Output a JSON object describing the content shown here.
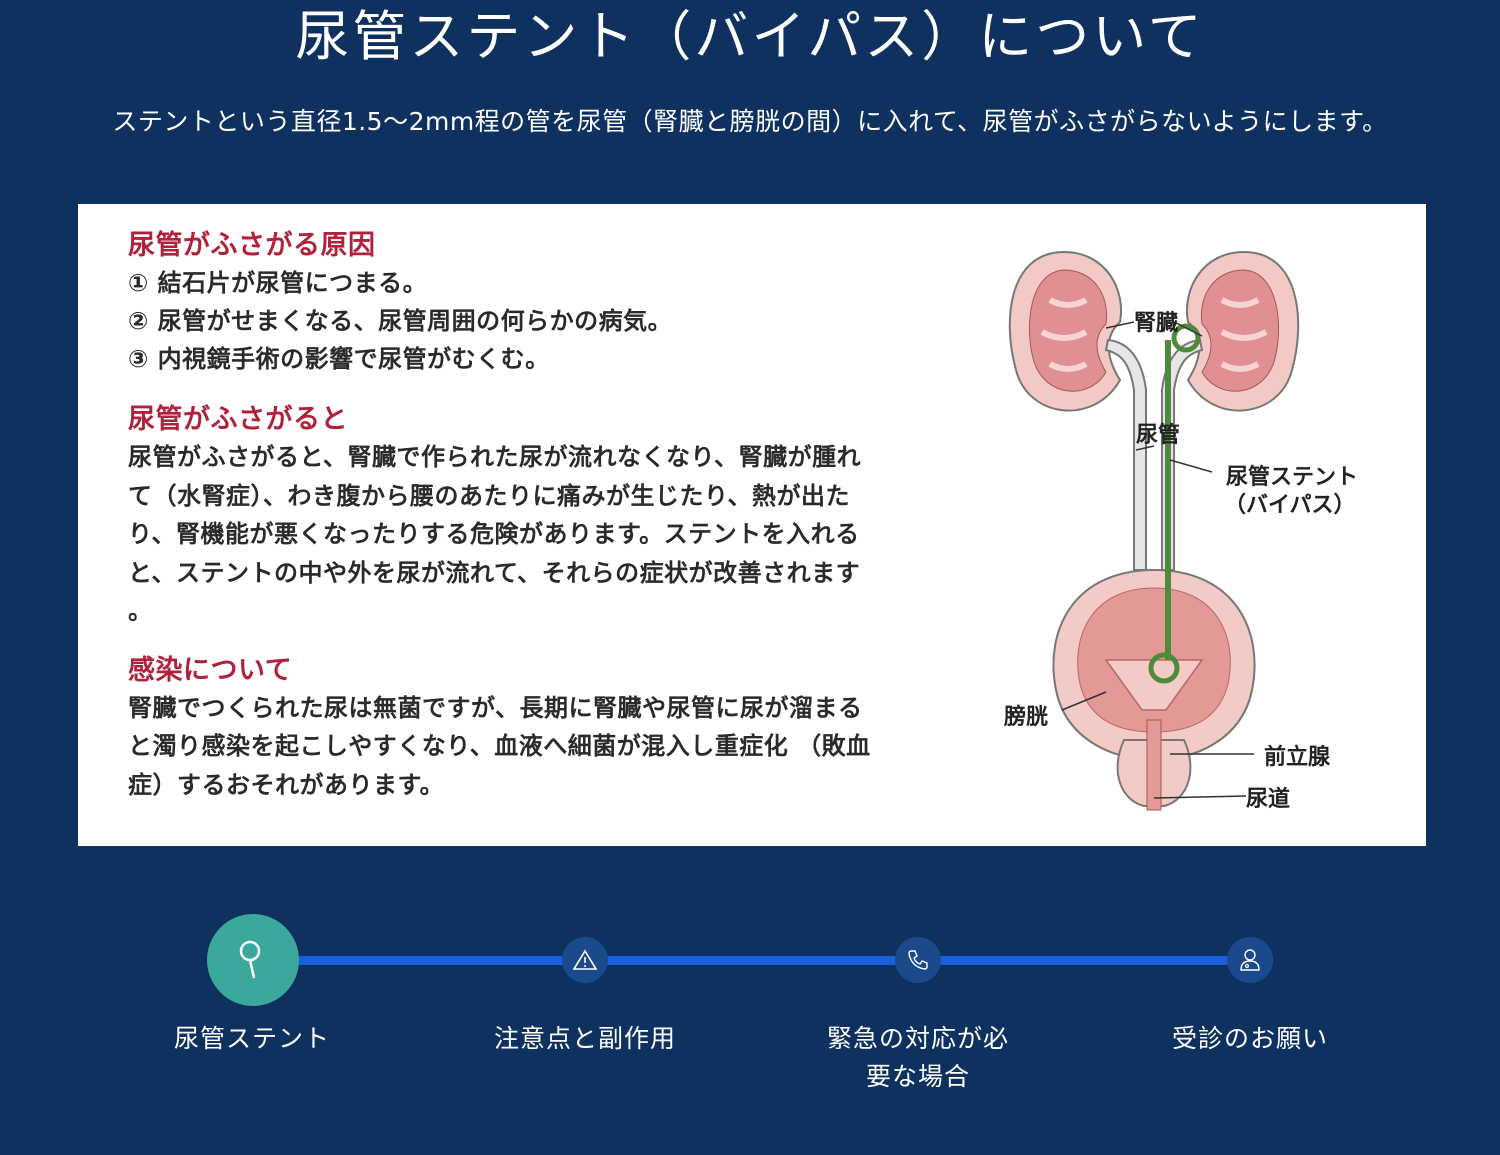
{
  "header": {
    "title": "尿管ステント（バイパス）について",
    "subtitle": "ステントという直径1.5〜2mm程の管を尿管（腎臓と膀胱の間）に入れて、尿管がふさがらないようにします。"
  },
  "info_panel": {
    "causes": {
      "title": "尿管がふさがる原因",
      "items": [
        "① 結石片が尿管につまる。",
        "② 尿管がせまくなる、尿管周囲の何らかの病気。",
        "③ 内視鏡手術の影響で尿管がむくむ。"
      ]
    },
    "blocked": {
      "title": "尿管がふさがると",
      "lines": [
        "尿管がふさがると、腎臓で作られた尿が流れなくなり、腎臓が腫れ",
        "て（水腎症）、わき腹から腰のあたりに痛みが生じたり、熱が出た",
        "り、腎機能が悪くなったりする危険があります。ステントを入れる",
        "と、ステントの中や外を尿が流れて、それらの症状が改善されます",
        "。"
      ]
    },
    "infection": {
      "title": "感染について",
      "lines": [
        "腎臓でつくられた尿は無菌ですが、長期に腎臓や尿管に尿が溜まる",
        "と濁り感染を起こしやすくなり、血液へ細菌が混入し重症化 （敗血",
        "症）するおそれがあります。"
      ]
    },
    "diagram_labels": {
      "kidney": "腎臓",
      "ureter": "尿管",
      "stent_line1": "尿管ステント",
      "stent_line2": "（バイパス）",
      "bladder": "膀胱",
      "prostate": "前立腺",
      "urethra": "尿道"
    }
  },
  "stepper": {
    "steps": [
      {
        "label_line1": "尿管ステント",
        "label_line2": "",
        "icon": "map-pin-icon",
        "active": true
      },
      {
        "label_line1": "注意点と副作用",
        "label_line2": "",
        "icon": "warning-icon",
        "active": false
      },
      {
        "label_line1": "緊急の対応が必",
        "label_line2": "要な場合",
        "icon": "phone-icon",
        "active": false
      },
      {
        "label_line1": "受診のお願い",
        "label_line2": "",
        "icon": "doctor-icon",
        "active": false
      }
    ],
    "colors": {
      "track": "#1a5fe0",
      "active": "#3aa89a",
      "inactive": "#1b4a8c",
      "background": "#0f3160"
    }
  }
}
